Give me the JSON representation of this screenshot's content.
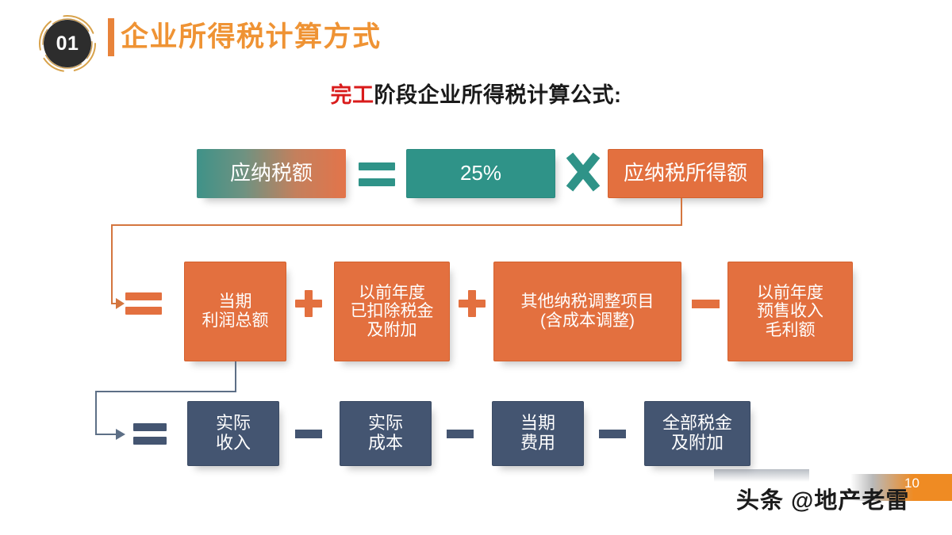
{
  "header": {
    "badge_number": "01",
    "title": "企业所得税计算方式",
    "accent_color": "#ef9334"
  },
  "subtitle": {
    "highlight": "完工",
    "rest": "阶段企业所得税计算公式:",
    "highlight_color": "#d91b1b"
  },
  "formula": {
    "row1": {
      "boxes": [
        {
          "label": "应纳税额",
          "style": "gradient-teal-orange"
        },
        {
          "label": "25%",
          "style": "teal"
        },
        {
          "label": "应纳税所得额",
          "style": "orange"
        }
      ],
      "operators": [
        "=",
        "×"
      ],
      "operator_color": "#2f9388"
    },
    "row2": {
      "lead_operator": "=",
      "boxes": [
        {
          "lines": [
            "当期",
            "利润总额"
          ],
          "style": "orange"
        },
        {
          "lines": [
            "以前年度",
            "已扣除税金",
            "及附加"
          ],
          "style": "orange"
        },
        {
          "lines": [
            "其他纳税调整项目",
            "(含成本调整)"
          ],
          "style": "orange"
        },
        {
          "lines": [
            "以前年度",
            "预售收入",
            "毛利额"
          ],
          "style": "orange"
        }
      ],
      "operators": [
        "+",
        "+",
        "−"
      ],
      "operator_color": "#e3703f"
    },
    "row3": {
      "lead_operator": "=",
      "boxes": [
        {
          "lines": [
            "实际",
            "收入"
          ],
          "style": "slate"
        },
        {
          "lines": [
            "实际",
            "成本"
          ],
          "style": "slate"
        },
        {
          "lines": [
            "当期",
            "费用"
          ],
          "style": "slate"
        },
        {
          "lines": [
            "全部税金",
            "及附加"
          ],
          "style": "slate"
        }
      ],
      "operators": [
        "−",
        "−",
        "−"
      ],
      "operator_color": "#445571"
    }
  },
  "footer": {
    "watermark": "头条 @地产老雷",
    "page_number": "10"
  }
}
